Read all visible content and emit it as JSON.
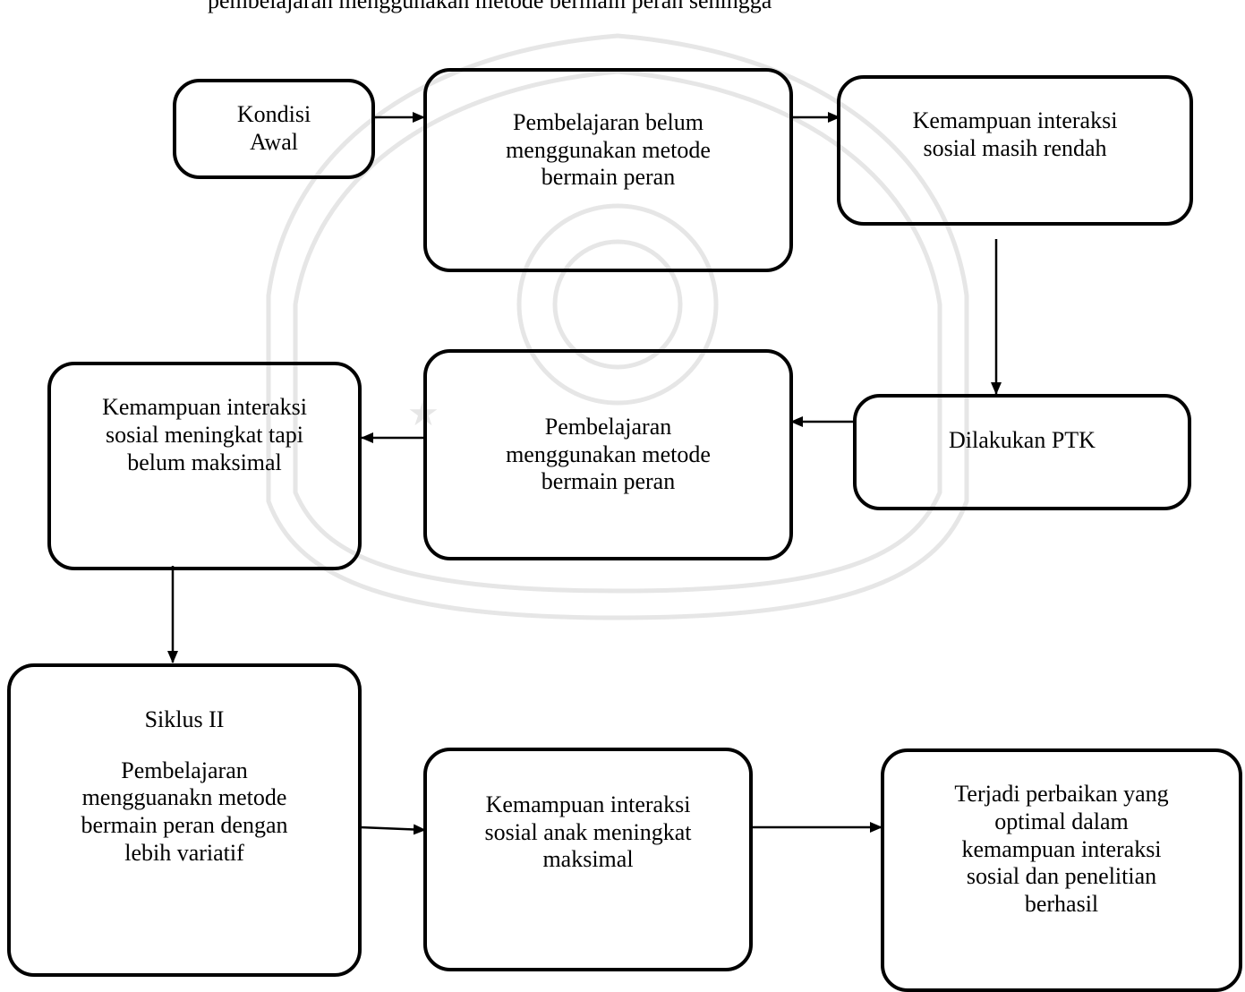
{
  "header_fragment": "pembelajaran menggunakan metode bermain peran sehingga",
  "nodes": {
    "kondisi_awal": [
      "Kondisi",
      "Awal"
    ],
    "belum_metode": [
      "Pembelajaran belum",
      "menggunakan metode",
      "bermain peran"
    ],
    "rendah": [
      "Kemampuan interaksi",
      "sosial masih rendah"
    ],
    "ptk": [
      "Dilakukan PTK"
    ],
    "metode": [
      "Pembelajaran",
      "menggunakan metode",
      "bermain peran"
    ],
    "meningkat_belum": [
      "Kemampuan interaksi",
      "sosial meningkat tapi",
      "belum maksimal"
    ],
    "siklus_title": "Siklus II",
    "siklus_body": [
      "Pembelajaran",
      "mengguanakn metode",
      "bermain peran dengan",
      "lebih variatif"
    ],
    "maksimal": [
      "Kemampuan interaksi",
      "sosial anak meningkat",
      "maksimal"
    ],
    "hasil": [
      "Terjadi perbaikan yang",
      "optimal dalam",
      "kemampuan interaksi",
      "sosial dan penelitian",
      "berhasil"
    ]
  },
  "colors": {
    "stroke": "#000000",
    "watermark": "#e6e6e6"
  }
}
